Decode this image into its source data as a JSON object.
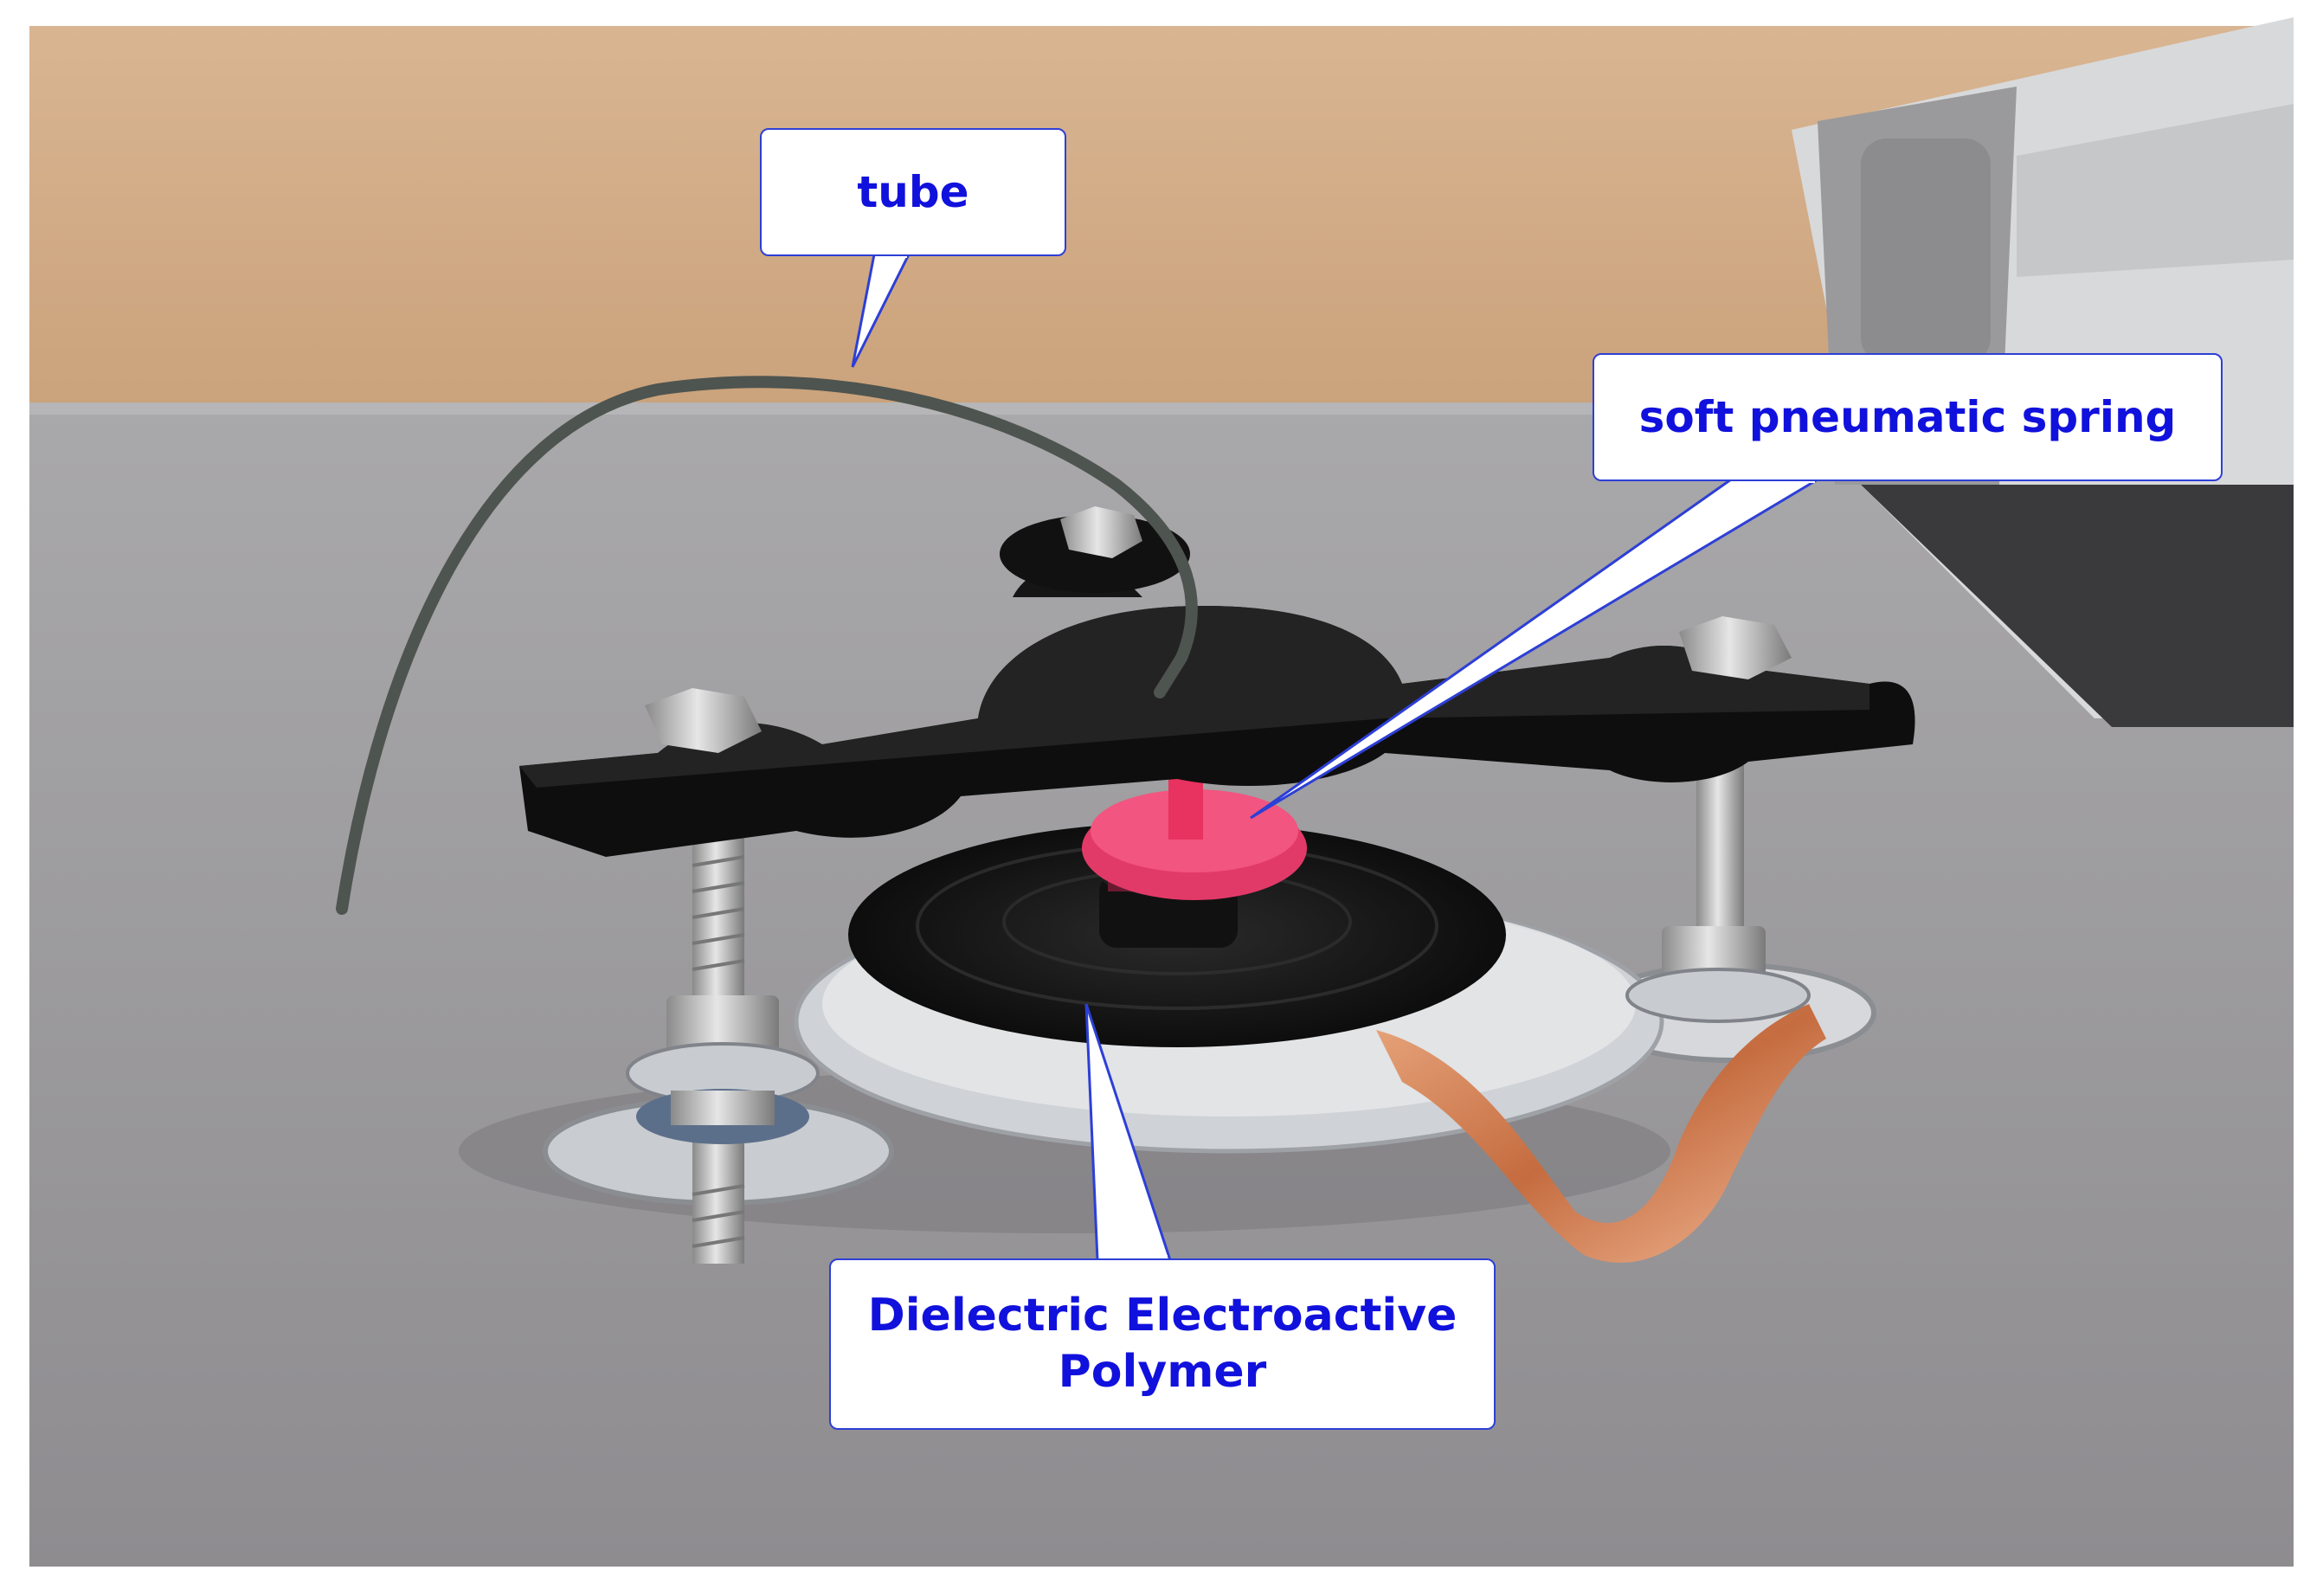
{
  "labels": {
    "tube": "tube",
    "soft_pneumatic_spring": "soft pneumatic spring",
    "polymer_line1": "Dielectric Electroactive",
    "polymer_line2": "Polymer"
  },
  "colors": {
    "label_text": "#1111dd",
    "label_border": "#2d3fd6",
    "label_background": "#ffffff"
  }
}
